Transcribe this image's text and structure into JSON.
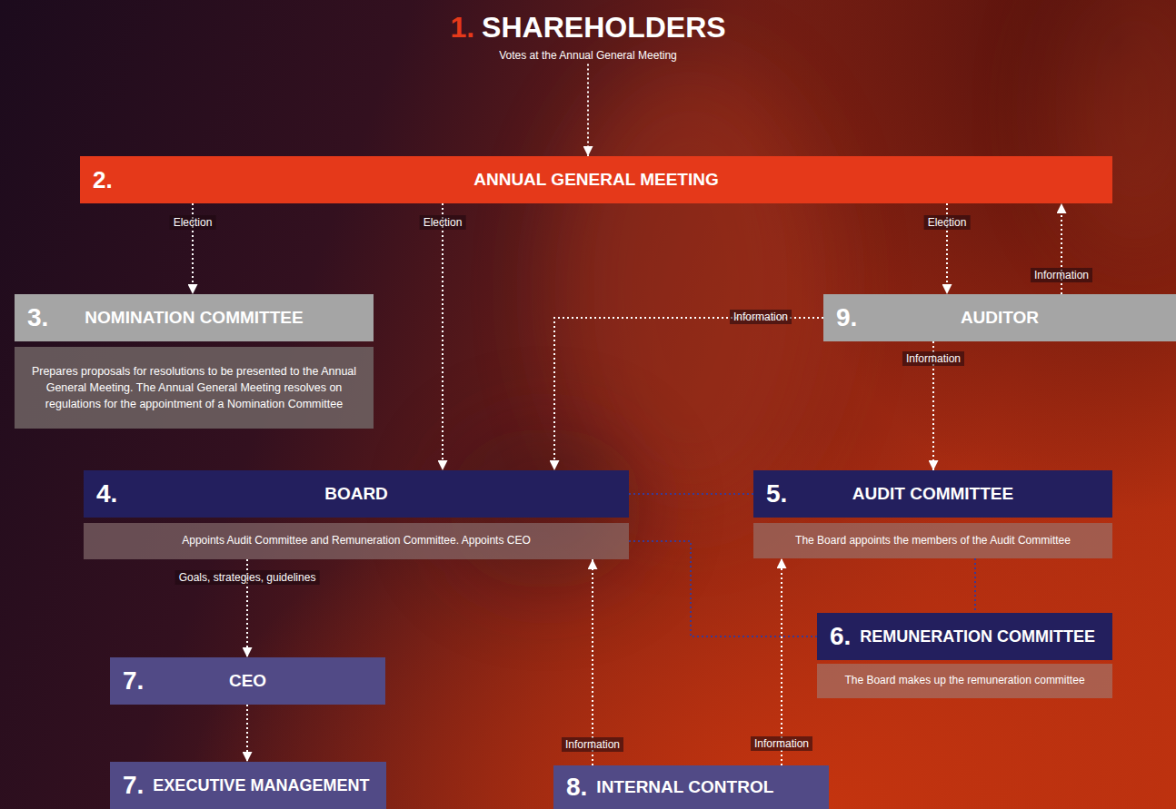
{
  "diagram": {
    "nodes": [
      {
        "text": [
          "1.",
          "SHAREHOLDERS",
          "Votes at the Annual General Meeting"
        ]
      },
      {
        "text": [
          "2.",
          "ANNUAL GENERAL MEETING"
        ]
      },
      {
        "text": [
          "3.",
          "NOMINATION COMMITTEE",
          "Prepares proposals for resolutions to be presented to the Annual General Meeting. The Annual General Meeting resolves on regulations for the appointment of a Nomination Committee"
        ]
      },
      {
        "text": [
          "9.",
          "AUDITOR"
        ]
      },
      {
        "text": [
          "4.",
          "BOARD",
          "Appoints Audit Committee and Remuneration Committee. Appoints CEO"
        ]
      },
      {
        "text": [
          "5.",
          "AUDIT COMMITTEE",
          "The Board appoints the members of the Audit Committee"
        ]
      },
      {
        "text": [
          "6.",
          "REMUNERATION COMMITTEE",
          "The Board makes up the remuneration committee"
        ]
      },
      {
        "text": [
          "7.",
          "CEO"
        ]
      },
      {
        "text": [
          "7.",
          "EXECUTIVE MANAGEMENT"
        ]
      },
      {
        "text": [
          "8.",
          "INTERNAL CONTROL"
        ]
      }
    ],
    "edges": [
      {
        "from": 0,
        "to": 1,
        "arrow": "to"
      },
      {
        "from": 1,
        "to": 2,
        "label": "Election",
        "arrow": "to"
      },
      {
        "from": 1,
        "to": 4,
        "label": "Election",
        "arrow": "to"
      },
      {
        "from": 1,
        "to": 3,
        "label": "Election",
        "arrow": "to"
      },
      {
        "from": 3,
        "to": 1,
        "label": "Information",
        "arrow": "to"
      },
      {
        "from": 3,
        "to": 4,
        "label": "Information",
        "arrow": "to"
      },
      {
        "from": 3,
        "to": 5,
        "label": "Information",
        "arrow": "to"
      },
      {
        "from": 4,
        "to": 5,
        "arrow": "none"
      },
      {
        "from": 4,
        "to": 6,
        "arrow": "none"
      },
      {
        "from": 5,
        "to": 6,
        "arrow": "none"
      },
      {
        "from": 4,
        "to": 7,
        "label": "Goals, strategies, guidelines",
        "arrow": "to"
      },
      {
        "from": 7,
        "to": 8,
        "arrow": "to"
      },
      {
        "from": 9,
        "to": 4,
        "label": "Information",
        "arrow": "to"
      },
      {
        "from": 9,
        "to": 5,
        "label": "Information",
        "arrow": "to"
      }
    ]
  }
}
